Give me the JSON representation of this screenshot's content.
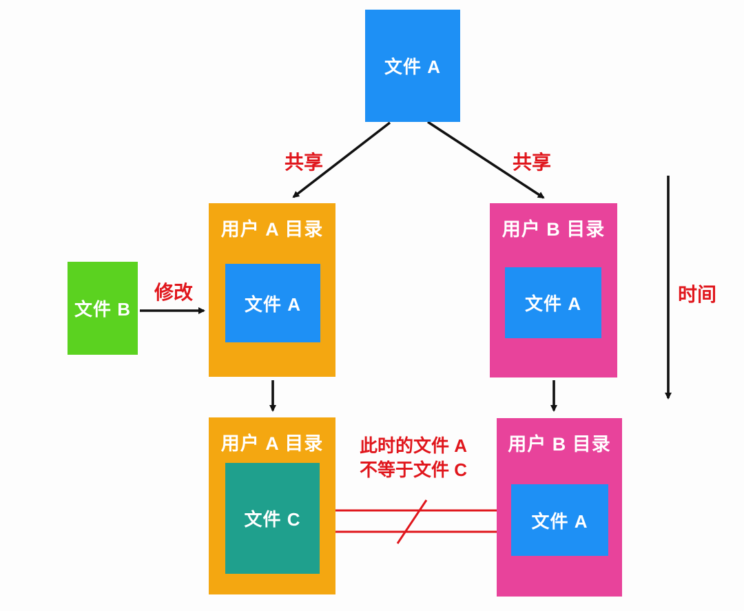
{
  "background": "#fdfdfd",
  "colors": {
    "file_blue": "#1e90f5",
    "dir_orange": "#f4a711",
    "dir_pink": "#e8439b",
    "file_green": "#5bd220",
    "file_teal": "#1fa08d",
    "annotation_red": "#e0161c",
    "arrow_black": "#111111",
    "box_text": "#ffffff"
  },
  "nodes": {
    "file_a_top": {
      "label": "文件 A"
    },
    "user_a_dir_top": {
      "title": "用户 A 目录",
      "file_label": "文件 A"
    },
    "user_b_dir_top": {
      "title": "用户 B 目录",
      "file_label": "文件 A"
    },
    "file_b": {
      "label": "文件 B"
    },
    "user_a_dir_bottom": {
      "title": "用户 A 目录",
      "file_label": "文件 C"
    },
    "user_b_dir_bottom": {
      "title": "用户 B 目录",
      "file_label": "文件 A"
    }
  },
  "annotations": {
    "share_left": "共享",
    "share_right": "共享",
    "modify": "修改",
    "time": "时间",
    "inequality_line1": "此时的文件 A",
    "inequality_line2": "不等于文件 C"
  }
}
